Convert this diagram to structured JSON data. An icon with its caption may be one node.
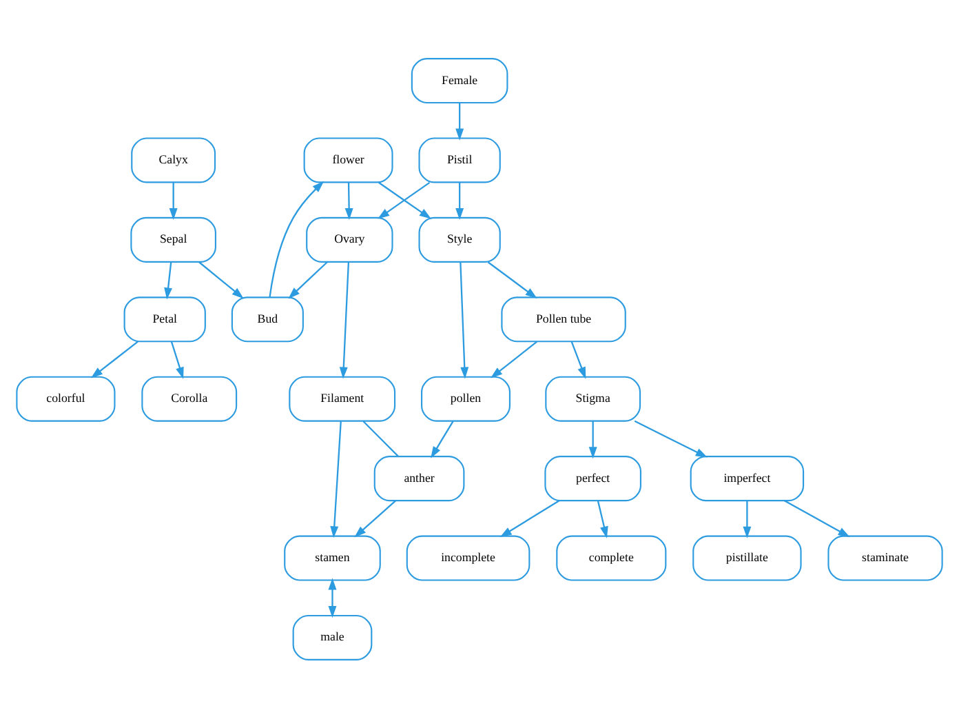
{
  "diagram": {
    "nodes": [
      {
        "text": [
          "flower"
        ]
      },
      {
        "text": [
          "Calyx"
        ]
      },
      {
        "text": [
          "Female"
        ]
      },
      {
        "text": [
          "Pistil"
        ]
      },
      {
        "text": [
          "Sepal"
        ]
      },
      {
        "text": [
          "Ovary"
        ]
      },
      {
        "text": [
          "Style"
        ]
      },
      {
        "text": [
          "Petal"
        ]
      },
      {
        "text": [
          "Bud"
        ]
      },
      {
        "text": [
          "Pollen tube"
        ]
      },
      {
        "text": [
          "Stigma"
        ]
      },
      {
        "text": [
          "perfect"
        ]
      },
      {
        "text": [
          "complete"
        ]
      },
      {
        "text": [
          "Filament"
        ]
      },
      {
        "text": [
          "pollen"
        ]
      },
      {
        "text": [
          "imperfect"
        ]
      },
      {
        "text": [
          "colorful"
        ]
      },
      {
        "text": [
          "Corolla"
        ]
      },
      {
        "text": [
          "anther"
        ]
      },
      {
        "text": [
          "pistillate"
        ]
      },
      {
        "text": [
          "staminate"
        ]
      },
      {
        "text": [
          "incomplete"
        ]
      },
      {
        "text": [
          "stamen"
        ]
      },
      {
        "text": [
          "male"
        ]
      }
    ],
    "edges": [
      {
        "from": 0,
        "to": 5,
        "arrow": "to"
      },
      {
        "from": 0,
        "to": 6,
        "arrow": "to"
      },
      {
        "from": 2,
        "to": 3,
        "arrow": "to"
      },
      {
        "from": 3,
        "to": 5,
        "arrow": "to"
      },
      {
        "from": 3,
        "to": 6,
        "arrow": "to"
      },
      {
        "from": 1,
        "to": 4,
        "arrow": "to"
      },
      {
        "from": 4,
        "to": 7,
        "arrow": "to"
      },
      {
        "from": 4,
        "to": 8,
        "arrow": "to"
      },
      {
        "from": 8,
        "to": 0,
        "arrow": "to"
      },
      {
        "from": 5,
        "to": 8,
        "arrow": "to"
      },
      {
        "from": 5,
        "to": 13,
        "arrow": "to"
      },
      {
        "from": 7,
        "to": 17,
        "arrow": "to"
      },
      {
        "from": 7,
        "to": 16,
        "arrow": "to"
      },
      {
        "from": 6,
        "to": 9,
        "arrow": "to"
      },
      {
        "from": 6,
        "to": 14,
        "arrow": "to"
      },
      {
        "from": 9,
        "to": 14,
        "arrow": "to"
      },
      {
        "from": 9,
        "to": 10,
        "arrow": "to"
      },
      {
        "from": 10,
        "to": 11,
        "arrow": "to"
      },
      {
        "from": 10,
        "to": 15,
        "arrow": "to"
      },
      {
        "from": 11,
        "to": 12,
        "arrow": "to"
      },
      {
        "from": 11,
        "to": 21,
        "arrow": "to"
      },
      {
        "from": 15,
        "to": 19,
        "arrow": "to"
      },
      {
        "from": 15,
        "to": 20,
        "arrow": "to"
      },
      {
        "from": 14,
        "to": 18,
        "arrow": "to"
      },
      {
        "from": 13,
        "to": 18,
        "arrow": "none"
      },
      {
        "from": 13,
        "to": 22,
        "arrow": "to"
      },
      {
        "from": 18,
        "to": 22,
        "arrow": "to"
      },
      {
        "from": 22,
        "to": 23,
        "arrow": "both"
      }
    ]
  }
}
